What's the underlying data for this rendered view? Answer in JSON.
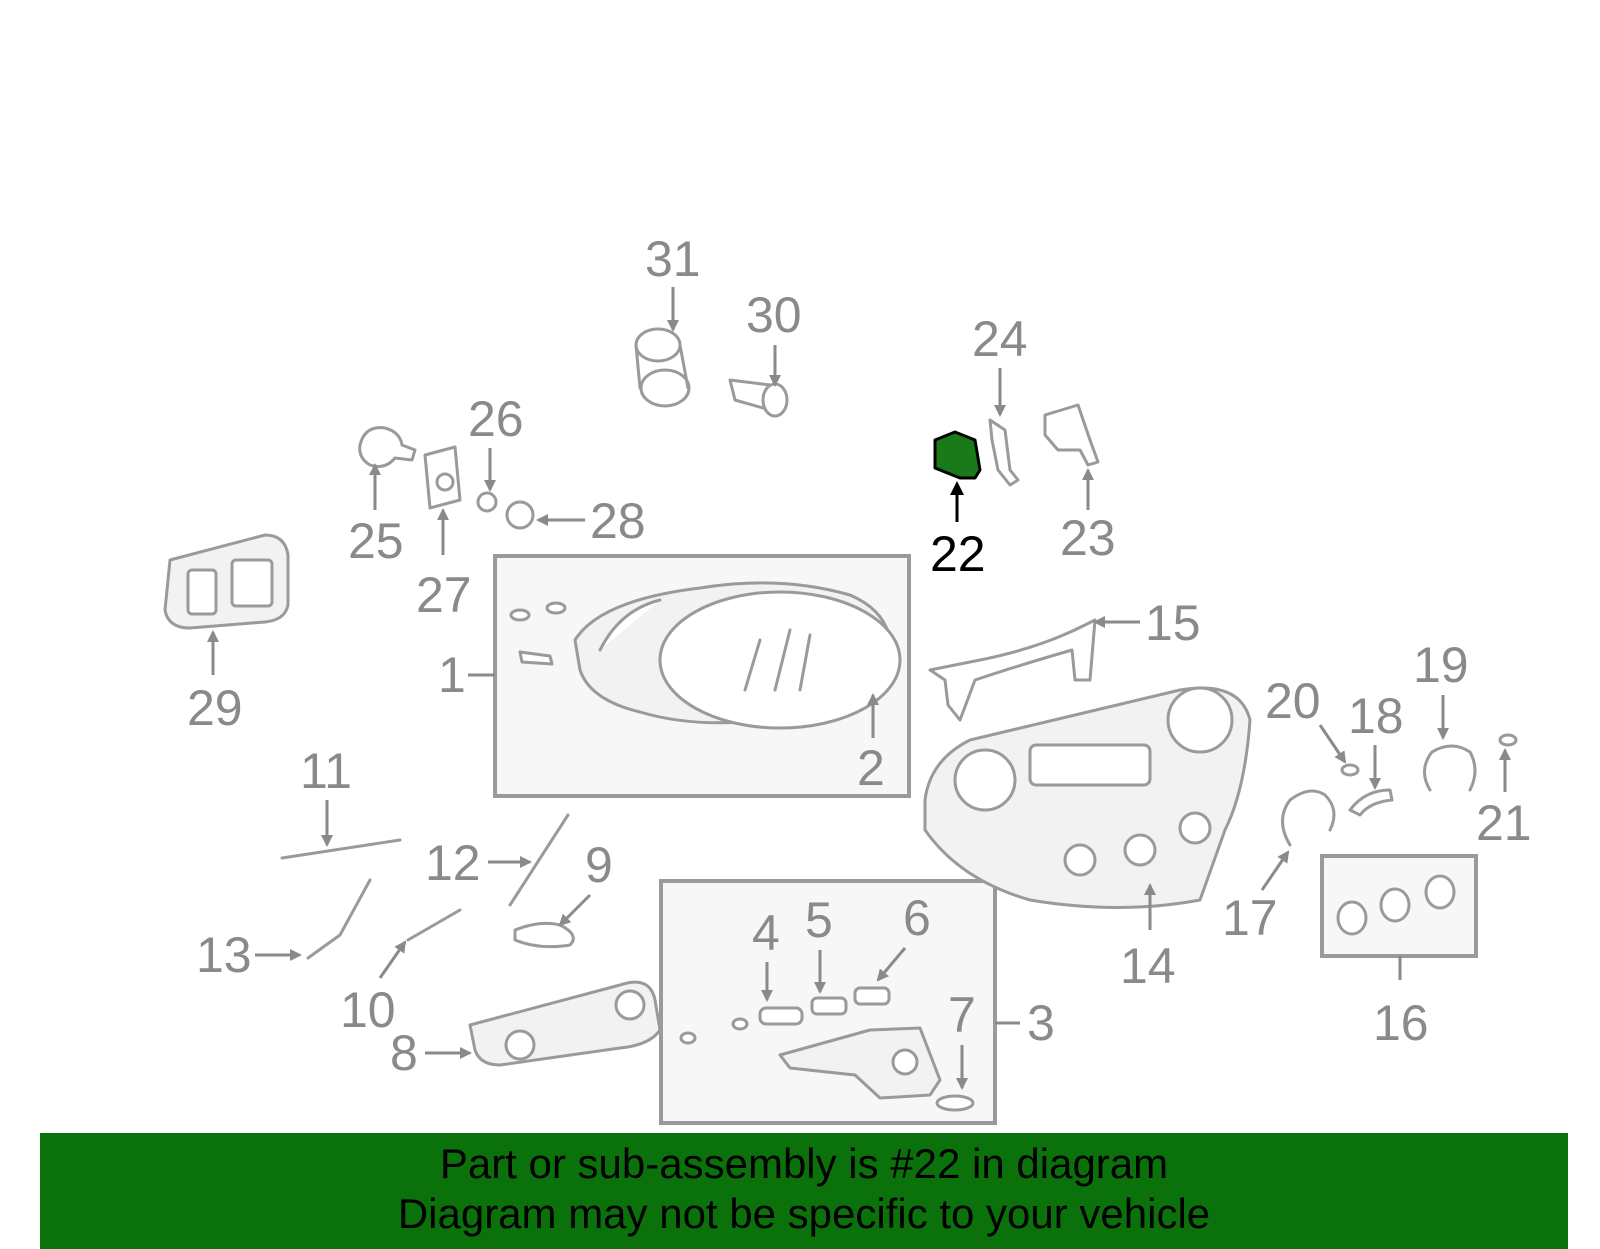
{
  "highlight_part": "22",
  "callouts": {
    "p1": "1",
    "p2": "2",
    "p3": "3",
    "p4": "4",
    "p5": "5",
    "p6": "6",
    "p7": "7",
    "p8": "8",
    "p9": "9",
    "p10": "10",
    "p11": "11",
    "p12": "12",
    "p13": "13",
    "p14": "14",
    "p15": "15",
    "p16": "16",
    "p17": "17",
    "p18": "18",
    "p19": "19",
    "p20": "20",
    "p21": "21",
    "p22": "22",
    "p23": "23",
    "p24": "24",
    "p25": "25",
    "p26": "26",
    "p27": "27",
    "p28": "28",
    "p29": "29",
    "p30": "30",
    "p31": "31"
  },
  "banner": {
    "line1": "Part or sub-assembly is #22 in diagram",
    "line2": "Diagram may not be specific to your vehicle"
  },
  "colors": {
    "highlight": "#1a7a1a",
    "banner": "#0b720b",
    "line": "#9a9a9a"
  }
}
